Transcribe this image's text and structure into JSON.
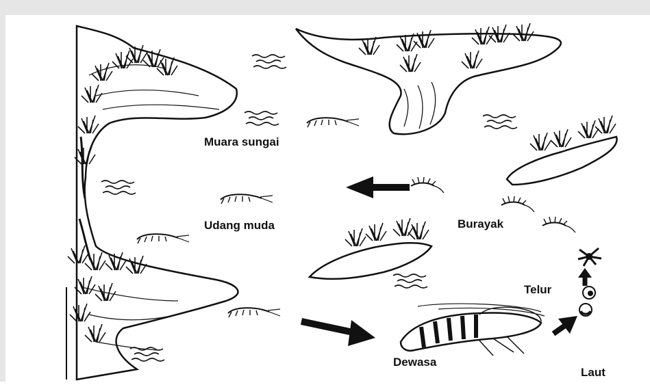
{
  "labels": {
    "estuary": "Muara sungai",
    "juvenile": "Udang muda",
    "larva": "Burayak",
    "egg": "Telur",
    "adult": "Dewasa",
    "sea": "Laut"
  },
  "colors": {
    "ink": "#111111",
    "background": "#ffffff",
    "vignette": "#e6e6e6"
  }
}
